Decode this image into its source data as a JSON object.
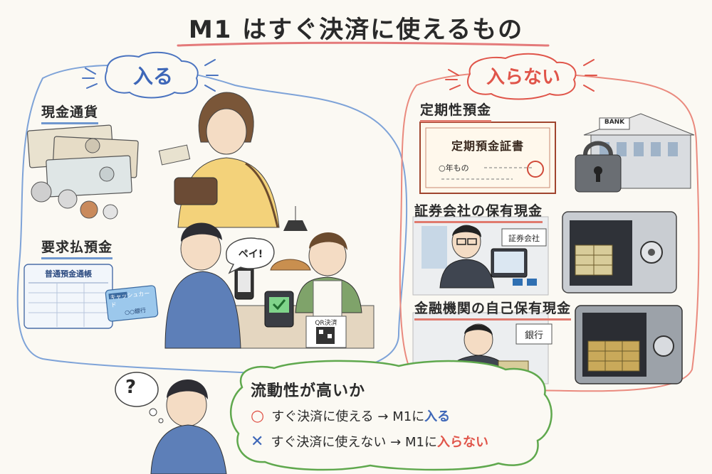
{
  "title": "M1 はすぐ決済に使えるもの",
  "left": {
    "bubble_label": "入る",
    "cash": {
      "label": "現金通貨"
    },
    "demand": {
      "label": "要求払預金",
      "passbook_title": "普通預金通帳",
      "card_text": "キャッシュカード",
      "card_bank": "○○銀行"
    },
    "speech": "ペイ!",
    "qr_sign": "QR決済"
  },
  "right": {
    "bubble_label": "入らない",
    "time_deposit": {
      "label": "定期性預金",
      "certificate_title": "定期預金証書",
      "certificate_line": "○年もの",
      "bank_sign": "BANK"
    },
    "securities": {
      "label": "証券会社の保有現金",
      "desk_sign": "証券会社"
    },
    "financial": {
      "label": "金融機関の自己保有現金",
      "desk_sign": "銀行"
    }
  },
  "question_mark": "?",
  "summary": {
    "title": "流動性が高いか",
    "o_mark": "○",
    "x_mark": "✕",
    "line1_text": "すぐ決済に使える → M1に",
    "line1_hl": "入る",
    "line2_text": "すぐ決済に使えない → M1に",
    "line2_hl": "入らない"
  },
  "colors": {
    "blue_accent": "#3e67b8",
    "red_accent": "#e0554a",
    "title_underline": "#e47a7a"
  }
}
